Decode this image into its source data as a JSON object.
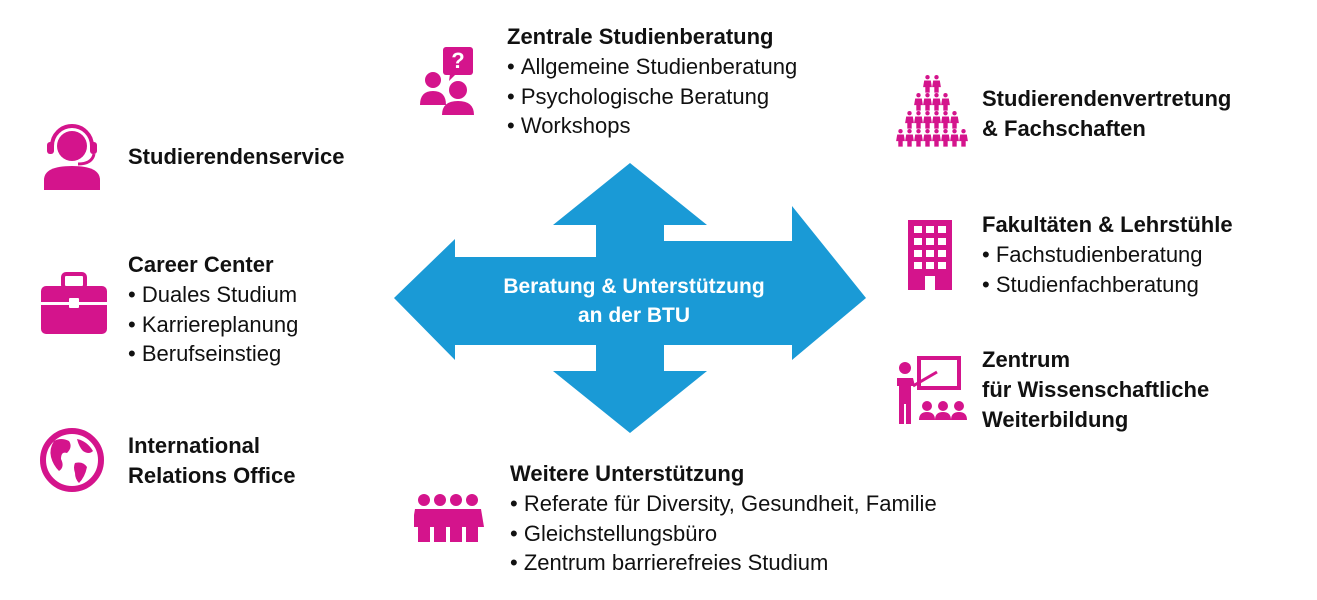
{
  "center": {
    "line1": "Beratung & Unterstützung",
    "line2": "an der BTU"
  },
  "nodes": {
    "zentrale_studienberatung": {
      "title": "Zentrale Studienberatung",
      "items": [
        "Allgemeine Studienberatung",
        "Psychologische Beratung",
        "Workshops"
      ],
      "icon": "consultation-question-icon"
    },
    "studierendenservice": {
      "title": "Studierendenservice",
      "icon": "headset-agent-icon"
    },
    "career_center": {
      "title": "Career Center",
      "items": [
        "Duales Studium",
        "Karriereplanung",
        "Berufseinstieg"
      ],
      "icon": "briefcase-icon"
    },
    "international_relations_office": {
      "title_line1": "International",
      "title_line2": "Relations Office",
      "icon": "globe-icon"
    },
    "studierendenvertretung": {
      "title_line1": "Studierendenvertretung",
      "title_line2": "& Fachschaften",
      "icon": "people-pyramid-icon"
    },
    "fakultaeten": {
      "title": "Fakultäten & Lehrstühle",
      "items": [
        "Fachstudienberatung",
        "Studienfachberatung"
      ],
      "icon": "building-icon"
    },
    "weiterbildung": {
      "title_line1": "Zentrum",
      "title_line2": "für Wissenschaftliche",
      "title_line3": "Weiterbildung",
      "icon": "teacher-board-icon"
    },
    "weitere_unterstuetzung": {
      "title": "Weitere Unterstützung",
      "items": [
        "Referate für Diversity, Gesundheit, Familie",
        "Gleichstellungsbüro",
        "Zentrum barrierefreies Studium"
      ],
      "icon": "people-group-icon"
    }
  },
  "colors": {
    "accent_magenta": "#d4148c",
    "arrow_blue": "#1a9ad6",
    "text": "#111111"
  }
}
